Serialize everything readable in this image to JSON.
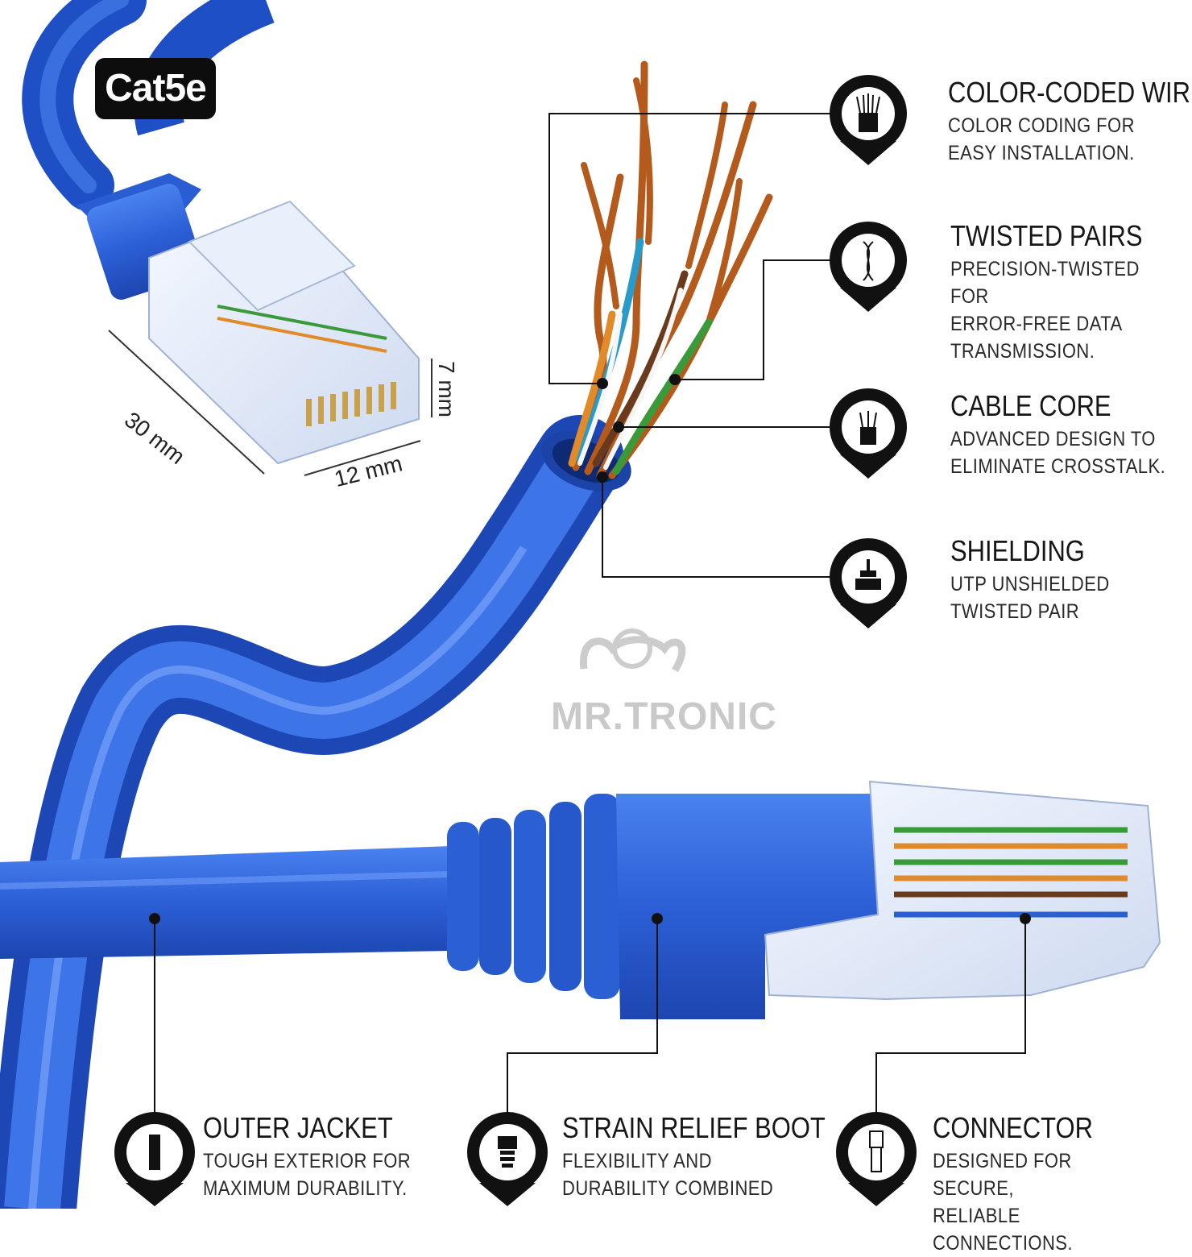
{
  "badge": {
    "label": "Cat5e"
  },
  "dimensions": {
    "length": "30 mm",
    "width": "12 mm",
    "height": "7 mm"
  },
  "brand": {
    "watermark": "MR.TRONIC"
  },
  "features": {
    "color_coded_wires": {
      "title": "COLOR-CODED WIRES",
      "desc": "COLOR CODING FOR\nEASY INSTALLATION."
    },
    "twisted_pairs": {
      "title": "TWISTED PAIRS",
      "desc": "PRECISION-TWISTED FOR\nERROR-FREE DATA\nTRANSMISSION."
    },
    "cable_core": {
      "title": "CABLE CORE",
      "desc": "ADVANCED DESIGN TO\nELIMINATE CROSSTALK."
    },
    "shielding": {
      "title": "SHIELDING",
      "desc": "UTP UNSHIELDED\nTWISTED PAIR"
    },
    "outer_jacket": {
      "title": "OUTER JACKET",
      "desc": "TOUGH EXTERIOR FOR\nMAXIMUM DURABILITY."
    },
    "strain_relief_boot": {
      "title": "STRAIN RELIEF BOOT",
      "desc": "FLEXIBILITY AND\nDURABILITY COMBINED"
    },
    "connector": {
      "title": "CONNECTOR",
      "desc": "DESIGNED FOR SECURE,\nRELIABLE CONNECTIONS."
    }
  },
  "icons": [
    "wires-icon",
    "twisted-pair-icon",
    "cable-core-icon",
    "shielding-icon",
    "outer-jacket-icon",
    "boot-icon",
    "connector-icon"
  ],
  "colors": {
    "cable_blue": "#2f64d8",
    "dark": "#161616",
    "copper": "#b35a1c"
  }
}
